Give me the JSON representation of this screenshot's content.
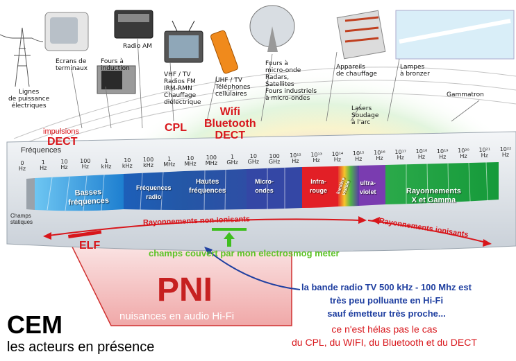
{
  "sources": {
    "power_lines": "Lignes\nde puissance\nélectriques",
    "terminal_screens": "Ecrans de\nterminaux",
    "induction_ovens": "Fours à\ninduction",
    "radio_am": "Radio AM",
    "vhf_tv": "VHF / TV\nRadios FM\nIRM-RMN\nChauffage\ndiélectrique",
    "uhf_tv": "UHF / TV\nTéléphones\ncellulaires",
    "microwave": "Fours à\nmicro-onde\nRadars,\nSatellites\nFours industriels\nà micro-ondes",
    "heaters": "Appareils\nde chauffage",
    "tanning_lamps": "Lampes\nà bronzer",
    "gammatron": "Gammatron",
    "lasers": "Lasers\nSoudage\nà l'arc"
  },
  "annotations": {
    "impulsions": "impulsions",
    "dect": "DECT",
    "cpl": "CPL",
    "wifi_bt_dect": "Wifi\nBluetooth\nDECT",
    "elf": "ELF",
    "electrosmog": "champs couvert par mon electrosmog meter"
  },
  "spectrum": {
    "title": "Fréquences",
    "static_fields": "Champs\nstatiques",
    "freq_labels": [
      "0\nHz",
      "1\nHz",
      "10\nHz",
      "100\nHz",
      "1\nkHz",
      "10\nkHz",
      "100\nkHz",
      "1\nMHz",
      "10\nMHz",
      "100\nMHz",
      "1\nGHz",
      "10\nGHz",
      "100\nGHz",
      "10¹²\nHz",
      "10¹³\nHz",
      "10¹⁴\nHz",
      "10¹⁵\nHz",
      "10¹⁶\nHz",
      "10¹⁷\nHz",
      "10¹⁸\nHz",
      "10¹⁹\nHz",
      "10²⁰\nHz",
      "10²¹\nHz",
      "10²²\nHz"
    ],
    "bands": {
      "low": "Basses\nfréquences",
      "radio": "Fréquences\nradio",
      "high": "Hautes\nfréquences",
      "micro": "Micro-\nondes",
      "ir": "Infra-\nrouge",
      "visible": "lumière\nvisible",
      "uv": "ultra-\nviolet",
      "xgamma": "Rayonnements\nX et Gamma"
    },
    "non_ionizing": "Rayonnements non-ionisants",
    "ionizing": "Rayonnements ionisants"
  },
  "pni": {
    "title": "PNI",
    "subtitle": "nuisances en audio Hi-Fi"
  },
  "notes": {
    "radio_band": "la bande radio TV 500 kHz - 100 Mhz est\ntrès peu polluante en Hi-Fi\nsauf émetteur très proche...",
    "not_case": "ce n'est hélas pas le cas\ndu CPL, du WIFI, du Bluetooth et du DECT"
  },
  "cem": {
    "title": "CEM",
    "subtitle": "les acteurs en présence"
  }
}
